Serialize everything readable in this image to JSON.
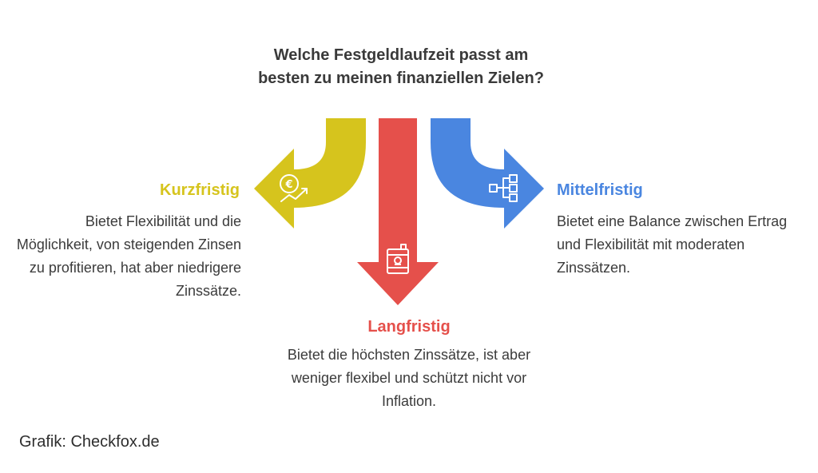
{
  "title": "Welche Festgeldlaufzeit passt am besten zu meinen finanziellen Zielen?",
  "options": [
    {
      "heading": "Kurzfristig",
      "description": "Bietet Flexibilität und die Möglichkeit, von steigenden Zinsen zu profitieren, hat aber niedrigere Zinssätze.",
      "color": "#d6c41d",
      "icon": "euro-growth-icon"
    },
    {
      "heading": "Langfristig",
      "description": "Bietet die höchsten Zinssätze, ist aber weniger flexibel und schützt nicht vor Inflation.",
      "color": "#e5504b",
      "icon": "oil-barrel-icon"
    },
    {
      "heading": "Mittelfristig",
      "description": "Bietet eine Balance zwischen Ertrag und Flexibilität mit moderaten Zinssätzen.",
      "color": "#4a86e0",
      "icon": "network-hierarchy-icon"
    }
  ],
  "source": "Grafik: Checkfox.de"
}
